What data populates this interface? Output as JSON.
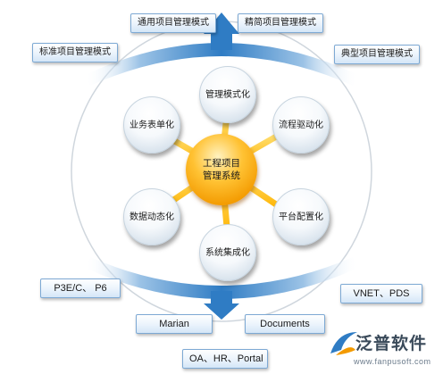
{
  "top_tags": {
    "general": "通用项目管理模式",
    "lean": "精简项目管理模式",
    "standard": "标准项目管理模式",
    "typical": "典型项目管理模式"
  },
  "bottom_tags": {
    "p3e": "P3E/C、 P6",
    "vnet": "VNET、PDS",
    "marian": "Marian",
    "documents": "Documents",
    "oa": "OA、HR、Portal"
  },
  "center": {
    "line1": "工程项目",
    "line2": "管理系统"
  },
  "nodes": {
    "management_mode": "管理模式化",
    "process_driven": "流程驱动化",
    "platform_config": "平台配置化",
    "system_integration": "系统集成化",
    "data_dynamic": "数据动态化",
    "business_form": "业务表单化"
  },
  "logo": {
    "name": "泛普软件",
    "url": "www.fanpusoft.com"
  },
  "colors": {
    "arc_blue": "#2f7cc4",
    "spoke_orange": "#ffb400",
    "center_orange": "#f39a00",
    "tag_border": "#7da9d4"
  }
}
